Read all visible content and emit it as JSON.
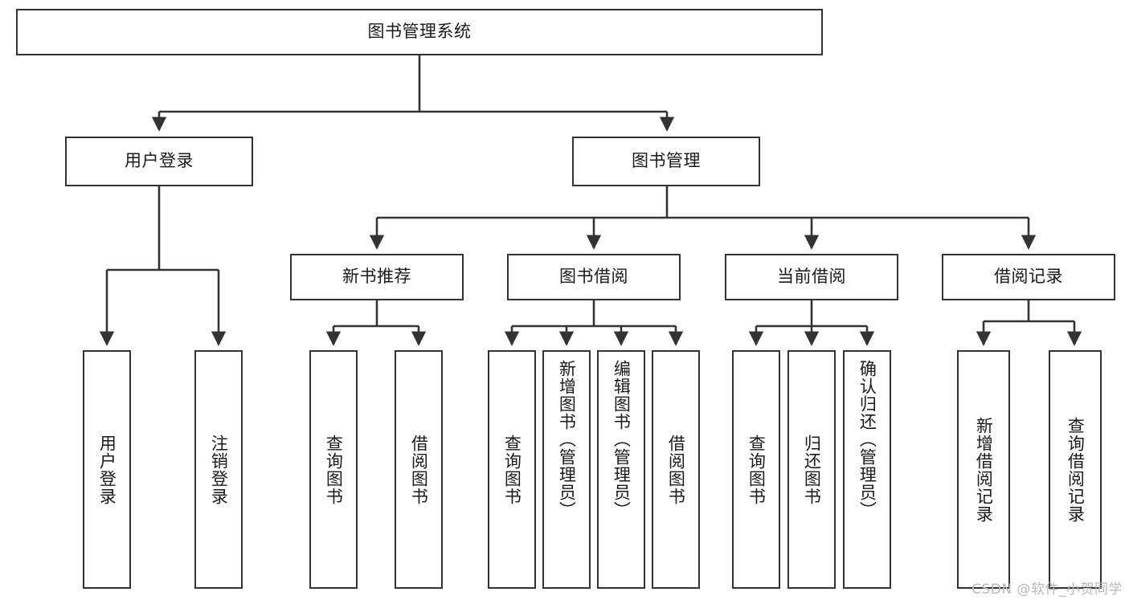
{
  "diagram": {
    "title": "图书管理系统",
    "type": "tree",
    "watermark": "CSDN @软件_小贺同学",
    "colors": {
      "box_border": "#333333",
      "box_fill": "#ffffff",
      "connector": "#333333",
      "text": "#1a1a1a",
      "watermark": "#b8b8b8"
    },
    "nodes": {
      "root": {
        "label": "图书管理系统",
        "orientation": "horizontal"
      },
      "level2": [
        {
          "id": "user-login",
          "label": "用户登录",
          "orientation": "horizontal"
        },
        {
          "id": "book-manage",
          "label": "图书管理",
          "orientation": "horizontal"
        }
      ],
      "level3": [
        {
          "id": "new-book-recommend",
          "label": "新书推荐",
          "orientation": "horizontal"
        },
        {
          "id": "book-borrow",
          "label": "图书借阅",
          "orientation": "horizontal"
        },
        {
          "id": "current-borrow",
          "label": "当前借阅",
          "orientation": "horizontal"
        },
        {
          "id": "borrow-record",
          "label": "借阅记录",
          "orientation": "horizontal"
        }
      ],
      "leaves": [
        {
          "id": "leaf-user-login",
          "label": "用户登录",
          "parent": "user-login",
          "orientation": "vertical"
        },
        {
          "id": "leaf-logout-login",
          "label": "注销登录",
          "parent": "user-login",
          "orientation": "vertical"
        },
        {
          "id": "leaf-query-book-1",
          "label": "查询图书",
          "parent": "new-book-recommend",
          "orientation": "vertical"
        },
        {
          "id": "leaf-borrow-book-1",
          "label": "借阅图书",
          "parent": "new-book-recommend",
          "orientation": "vertical"
        },
        {
          "id": "leaf-query-book-2",
          "label": "查询图书",
          "parent": "book-borrow",
          "orientation": "vertical"
        },
        {
          "id": "leaf-add-book",
          "label": "新增图书（管理员）",
          "parent": "book-borrow",
          "orientation": "vertical"
        },
        {
          "id": "leaf-edit-book",
          "label": "编辑图书（管理员）",
          "parent": "book-borrow",
          "orientation": "vertical"
        },
        {
          "id": "leaf-borrow-book-2",
          "label": "借阅图书",
          "parent": "book-borrow",
          "orientation": "vertical"
        },
        {
          "id": "leaf-query-book-3",
          "label": "查询图书",
          "parent": "current-borrow",
          "orientation": "vertical"
        },
        {
          "id": "leaf-return-book",
          "label": "归还图书",
          "parent": "current-borrow",
          "orientation": "vertical"
        },
        {
          "id": "leaf-confirm-return",
          "label": "确认归还（管理员）",
          "parent": "current-borrow",
          "orientation": "vertical"
        },
        {
          "id": "leaf-add-record",
          "label": "新增借阅记录",
          "parent": "borrow-record",
          "orientation": "vertical"
        },
        {
          "id": "leaf-query-record",
          "label": "查询借阅记录",
          "parent": "borrow-record",
          "orientation": "vertical"
        }
      ]
    }
  }
}
